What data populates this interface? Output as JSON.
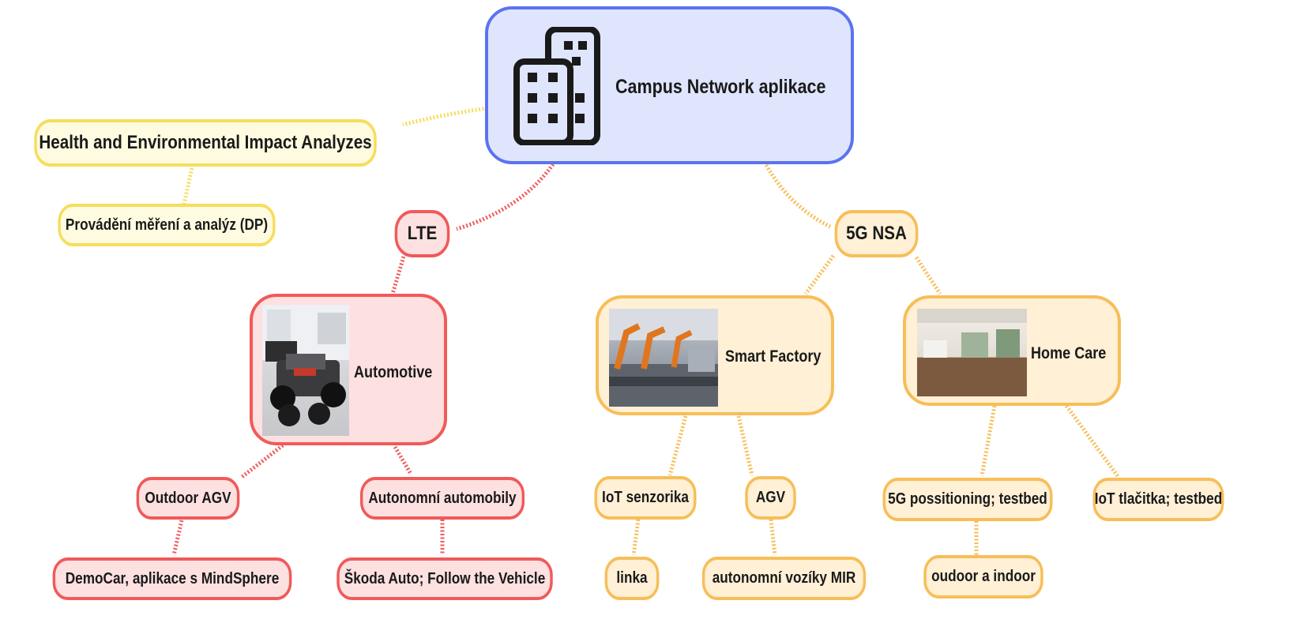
{
  "root": {
    "label": "Campus Network aplikace",
    "icon": "building-icon"
  },
  "health": {
    "label": "Health and Environmental Impact Analyzes",
    "child": "Provádění měření a analýz (DP)"
  },
  "lte": {
    "label": "LTE",
    "automotive": {
      "label": "Automotive",
      "image": "car-photo"
    },
    "outdoor_agv": {
      "label": "Outdoor AGV",
      "child": "DemoCar, aplikace s MindSphere"
    },
    "autonomni": {
      "label": "Autonomní automobily",
      "child": "Škoda Auto; Follow the Vehicle"
    }
  },
  "nsa": {
    "label": "5G NSA",
    "smart_factory": {
      "label": "Smart Factory",
      "image": "factory-photo",
      "iot": {
        "label": "IoT senzorika",
        "child": "linka"
      },
      "agv": {
        "label": "AGV",
        "child": "autonomní vozíky MIR"
      }
    },
    "home_care": {
      "label": "Home Care",
      "image": "room-photo",
      "positioning": {
        "label": "5G possitioning; testbed",
        "child": "oudoor a indoor"
      },
      "iot_buttons": {
        "label": "IoT tlačitka; testbed"
      }
    }
  },
  "colors": {
    "yellow": "#f6dd5c",
    "red": "#f05a5a",
    "orange": "#f7be58",
    "blue": "#5b73f0"
  }
}
